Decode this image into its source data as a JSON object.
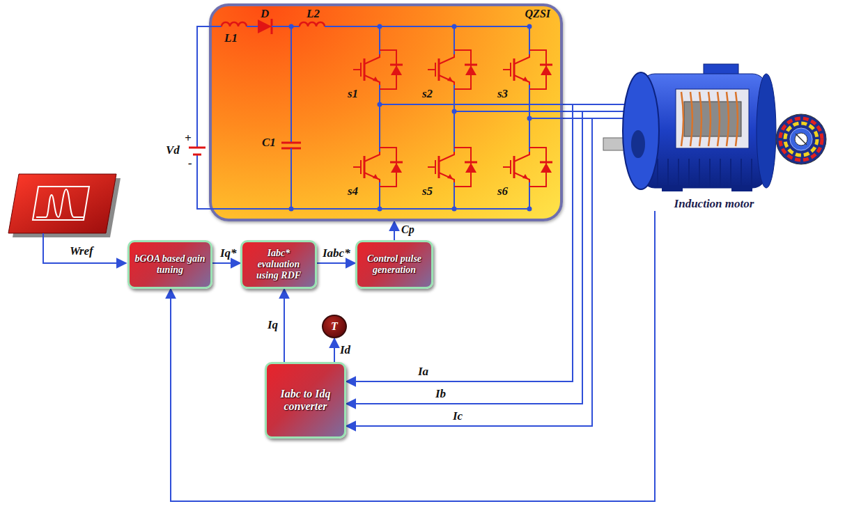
{
  "diagram": {
    "nodes": [
      {
        "text": [
          "QZSI"
        ]
      },
      {
        "text": [
          "Induction motor"
        ]
      },
      {
        "text": [
          "bGOA based gain tuning"
        ]
      },
      {
        "text": [
          "Iabc* evaluation using RDF"
        ]
      },
      {
        "text": [
          "Control pulse generation"
        ]
      },
      {
        "text": [
          "T"
        ]
      },
      {
        "text": [
          "Iabc to Idq converter"
        ]
      }
    ],
    "edges": [
      {
        "from": 0,
        "to": 1,
        "arrow": "none"
      },
      {
        "from": 0,
        "to": 1,
        "arrow": "none"
      },
      {
        "from": 0,
        "to": 1,
        "arrow": "none"
      },
      {
        "from": 2,
        "to": 3,
        "label": "Iq*",
        "arrow": "to"
      },
      {
        "from": 3,
        "to": 4,
        "label": "Iabc*",
        "arrow": "to"
      },
      {
        "from": 4,
        "to": 0,
        "label": "Cp",
        "arrow": "to"
      },
      {
        "from": 6,
        "to": 3,
        "label": "Iq",
        "arrow": "to"
      },
      {
        "from": 6,
        "to": 5,
        "label": "Id",
        "arrow": "to"
      },
      {
        "from": 1,
        "to": 6,
        "label": "Ia",
        "arrow": "to"
      },
      {
        "from": 1,
        "to": 6,
        "label": "Ib",
        "arrow": "to"
      },
      {
        "from": 1,
        "to": 6,
        "label": "Ic",
        "arrow": "to"
      },
      {
        "from": 1,
        "to": 2,
        "arrow": "to"
      }
    ],
    "labels": [
      "+",
      "-",
      "Vd",
      "L1",
      "D",
      "L2",
      "C1",
      "s1",
      "s2",
      "s3",
      "s4",
      "s5",
      "s6",
      "Wref"
    ]
  }
}
